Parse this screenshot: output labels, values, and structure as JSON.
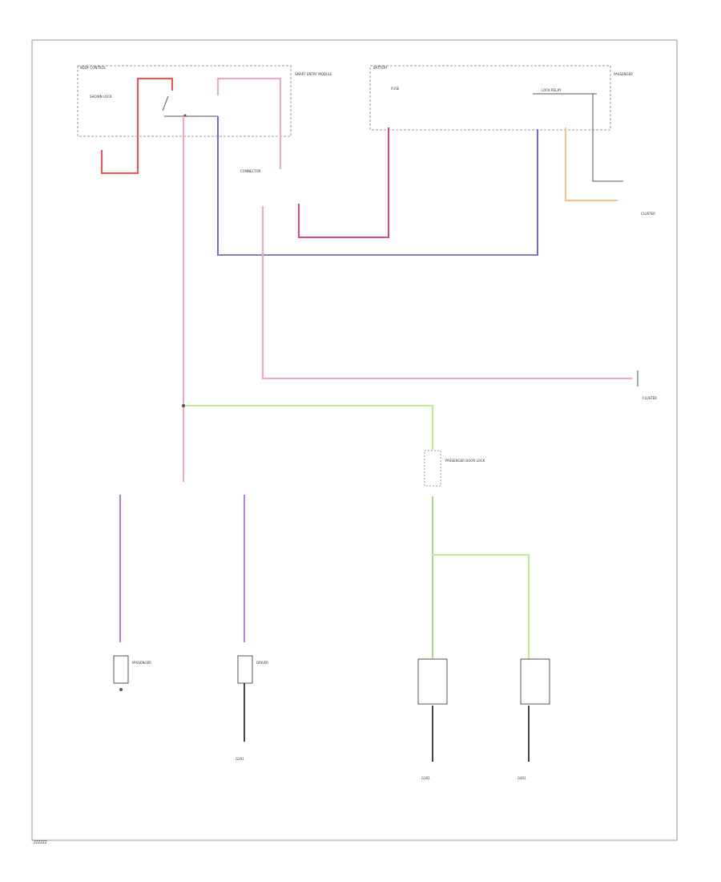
{
  "figure_code": "ZZZZZZ",
  "colors": {
    "red": "#ff4d4d",
    "pink": "#f7a6bc",
    "dark_pink": "#d7478e",
    "blue": "#6a6ad0",
    "violet": "#b97ce0",
    "light_green": "#bfee86",
    "green": "#a8dc7a",
    "orange": "#f6c28a",
    "frame": "#9a9a9a",
    "ground": "#444444"
  },
  "components": {
    "left_module": "BODY CONTROL",
    "right_module": "BATTERY",
    "fuse_right": "FUSE",
    "left_module_note": "SMART ENTRY MODULE",
    "right_module_note": "PASSENGER",
    "relay_left": "LOCK RELAY",
    "switch_note": "SHOWN LOCK",
    "connector_note": "CONNECTOR",
    "cluster_label": "CLUSTER",
    "cluster_label_2": "CLUSTER",
    "door_lock": "PASSENGER DOOR LOCK",
    "left_lock_note": "PASSENGER",
    "right_lock_note": "DRIVER",
    "gnd_1": "G201",
    "gnd_2": "G301",
    "gnd_3": "G401"
  }
}
